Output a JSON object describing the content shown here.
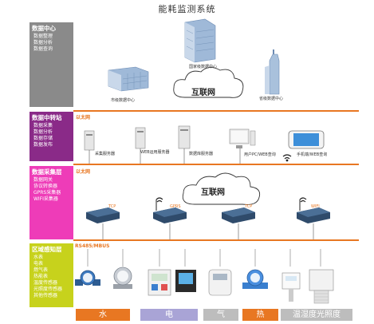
{
  "title": "能耗监测系统",
  "layers": [
    {
      "title": "数据中心",
      "items": [
        "数据整理",
        "数据分析",
        "数据查询"
      ]
    },
    {
      "title": "数据中转站",
      "items": [
        "数据采集",
        "数据分析",
        "数据存储",
        "数据发布"
      ]
    },
    {
      "title": "数据采集层",
      "items": [
        "数据网关",
        "协议转换器",
        "GPRS采集器",
        "WIFI采集器"
      ]
    },
    {
      "title": "区域感知层",
      "items": [
        "水表",
        "电表",
        "燃气表",
        "热能表",
        "温度传感器",
        "光照度传感器",
        "其他传感器"
      ]
    }
  ],
  "data_center": {
    "national": "国家级数据中心",
    "city": "市级数据中心",
    "province": "省级数据中心",
    "internet": "互联网"
  },
  "transfer": {
    "bus": "以太网",
    "servers": [
      "采集服务器",
      "WEB运用服务器",
      "数据库服务器"
    ],
    "client": "用户PC/WEB查询",
    "mobile": "手机端/WEB查询"
  },
  "collection": {
    "bus": "以太网",
    "internet": "互联网",
    "gateways": [
      "TCP",
      "GPRS",
      "TCP",
      "WIFI"
    ]
  },
  "sensing": {
    "bus": "RS485/MBUS"
  },
  "bottom_bar": [
    {
      "label": "水",
      "color": "#e87722"
    },
    {
      "label": "电",
      "color": "#a9a4d6"
    },
    {
      "label": "气",
      "color": "#bdbdbd"
    },
    {
      "label": "热",
      "color": "#e87722"
    },
    {
      "label": "温湿度光照度",
      "color": "#bdbdbd"
    }
  ],
  "colors": {
    "bus_line": "#e87722",
    "layer_data_center": "#8a8a8a",
    "layer_transfer": "#8a2a88",
    "layer_collection": "#ee3cb8",
    "layer_sensing": "#c7d21c"
  }
}
